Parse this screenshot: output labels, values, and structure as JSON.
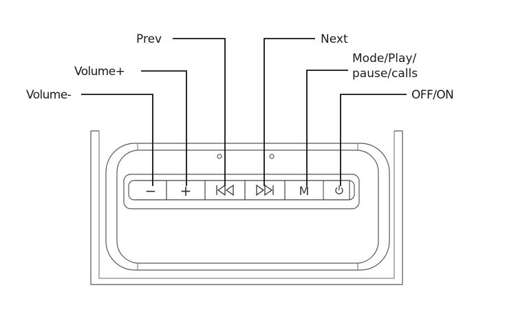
{
  "callouts": {
    "volume_minus": "Volume-",
    "volume_plus": "Volume+",
    "prev": "Prev",
    "next": "Next",
    "mode_line1": "Mode/Play/",
    "mode_line2": "pause/calls",
    "off_on": "OFF/ON"
  },
  "buttons": {
    "minus_glyph": "−",
    "plus_glyph": "+",
    "mode_glyph": "M"
  },
  "colors": {
    "outline": "#555555",
    "leader": "#111111",
    "background": "#ffffff"
  },
  "icons": [
    "minus-icon",
    "plus-icon",
    "previous-track-icon",
    "next-track-icon",
    "mode-icon",
    "power-icon"
  ]
}
